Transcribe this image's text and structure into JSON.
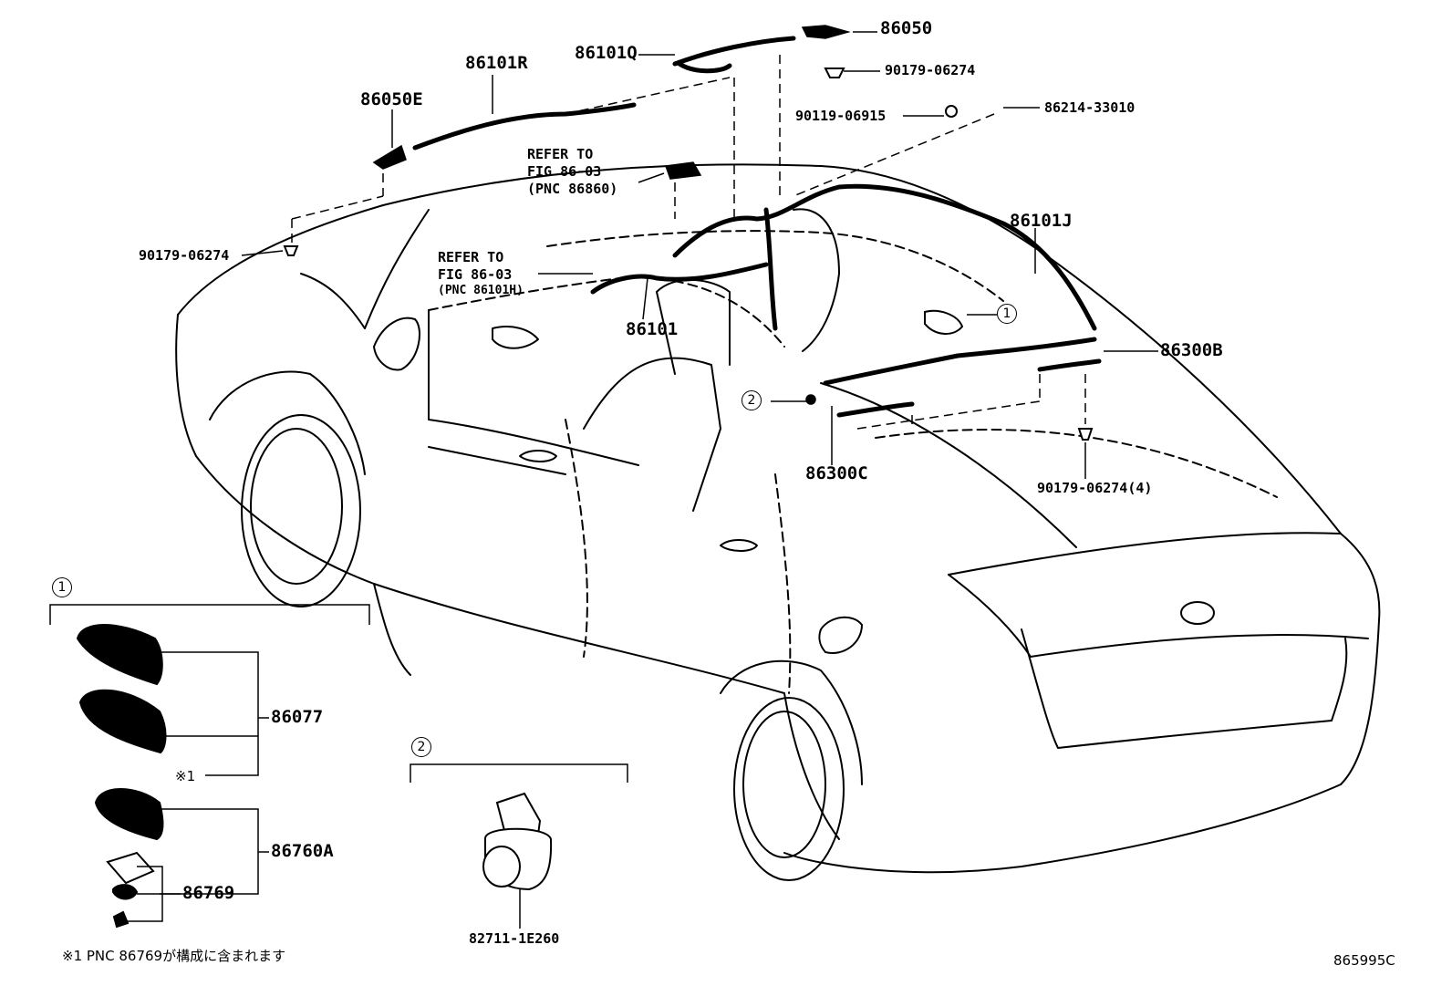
{
  "diagram": {
    "part_labels": {
      "p86050": "86050",
      "p86101Q": "86101Q",
      "p86101R": "86101R",
      "p86050E": "86050E",
      "p90179_06274_top": "90179-06274",
      "p90119_06915": "90119-06915",
      "p86214_33010": "86214-33010",
      "p90179_06274_left": "90179-06274",
      "p86101J": "86101J",
      "p86101": "86101",
      "p86300B": "86300B",
      "p86300C": "86300C",
      "p90179_06274_4": "90179-06274(4)",
      "p86077": "86077",
      "p86760A": "86760A",
      "p86769": "86769",
      "p82711_1E260": "82711-1E260"
    },
    "refer1": [
      "REFER TO",
      "FIG 86-03",
      "(PNC 86860)"
    ],
    "refer2": [
      "REFER TO",
      "FIG 86-03",
      "(PNC 86101H)"
    ],
    "callouts": {
      "one_a": "1",
      "two_a": "2",
      "one_b": "1",
      "two_b": "2"
    },
    "note_mark": "※1",
    "footnote": "※1 PNC 86769が構成に含まれます",
    "figure_code": "865995C"
  }
}
